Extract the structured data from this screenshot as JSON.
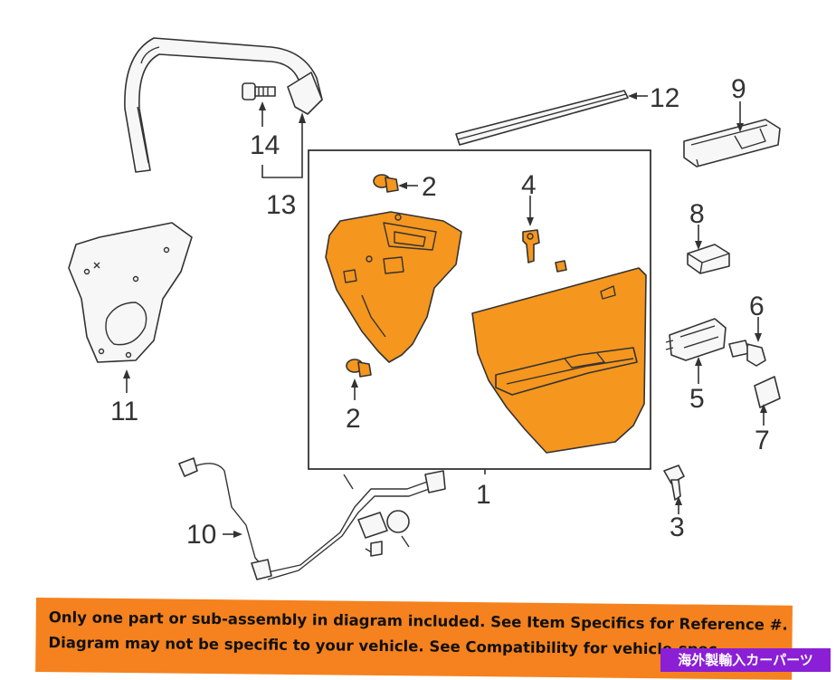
{
  "callouts": {
    "c1": "1",
    "c2a": "2",
    "c2b": "2",
    "c3": "3",
    "c4": "4",
    "c5": "5",
    "c6": "6",
    "c7": "7",
    "c8": "8",
    "c9": "9",
    "c10": "10",
    "c11": "11",
    "c12": "12",
    "c13": "13",
    "c14": "14"
  },
  "notice": {
    "line1": "Only one part or sub-assembly in diagram included. See Item Specifics for Reference #.",
    "line2": "Diagram may not be specific to your vehicle. See Compatibility for vehicle-spec"
  },
  "badge": "海外製輸入カーパーツ",
  "colors": {
    "highlight": "#f5961e",
    "banner": "#f5821f",
    "badge": "#8a1fd6",
    "line": "#333333"
  }
}
